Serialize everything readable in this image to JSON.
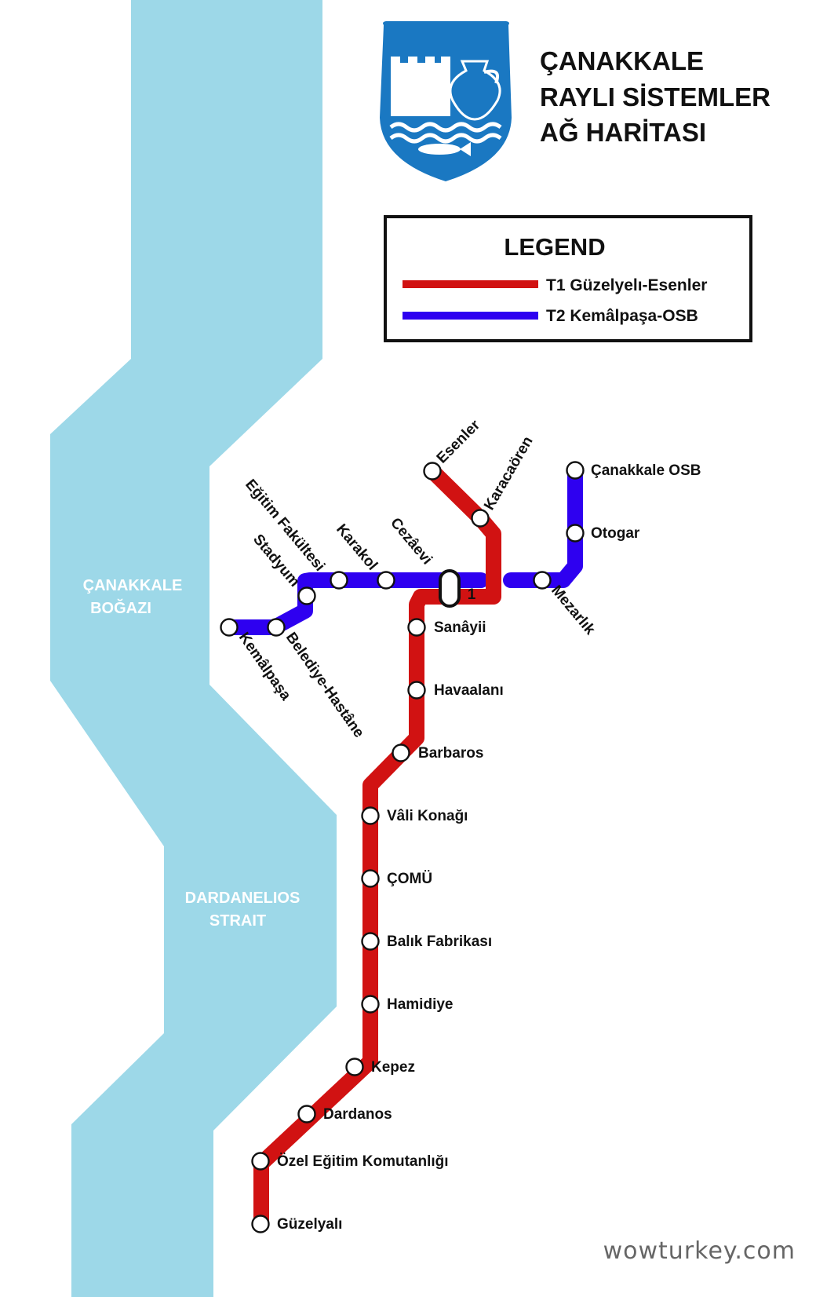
{
  "header": {
    "title_lines": [
      "ÇANAKKALE",
      "RAYLI SİSTEMLER",
      "AĞ HARİTASI"
    ]
  },
  "legend": {
    "title": "LEGEND",
    "items": [
      {
        "label": "T1 Güzelyelı-Esenler",
        "color": "#d11212"
      },
      {
        "label": "T2 Kemâlpaşa-OSB",
        "color": "#2e00f0"
      }
    ]
  },
  "water": {
    "color": "#9dd8e8",
    "label_1": [
      "ÇANAKKALE",
      "BOĞAZI"
    ],
    "label_2": [
      "DARDANELIOS",
      "STRAIT"
    ]
  },
  "interchange_label": "1",
  "lines": {
    "t1": {
      "name": "T1 Güzelyelı-Esenler",
      "color": "#d11212",
      "stations": [
        "Esenler",
        "Karacaören",
        "Sanâyii",
        "Havaalanı",
        "Barbaros",
        "Vâli Konağı",
        "ÇOMÜ",
        "Balık Fabrikası",
        "Hamidiye",
        "Kepez",
        "Dardanos",
        "Özel Eğitim Komutanlığı",
        "Güzelyalı"
      ]
    },
    "t2": {
      "name": "T2 Kemâlpaşa-OSB",
      "color": "#2e00f0",
      "stations": [
        "Kemâlpaşa",
        "Belediye-Hastâne",
        "Stadyum",
        "Eğitim Fakültesi",
        "Karakol",
        "Cezâevi",
        "Mezarlık",
        "Otogar",
        "Çanakkale OSB"
      ]
    }
  },
  "emblem": {
    "color": "#1a78c2"
  },
  "watermark": "wowturkey.com"
}
